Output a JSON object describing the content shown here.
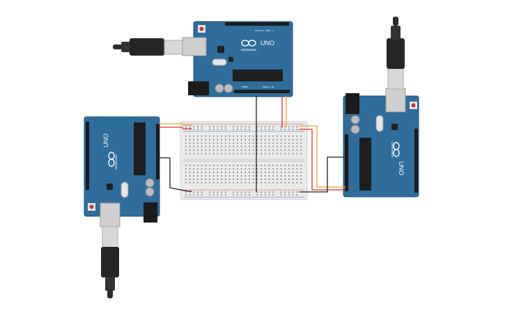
{
  "boards": {
    "top": {
      "model": "UNO",
      "brand": "ARDUINO",
      "header_digital": "DIGITAL (PWM ~)",
      "header_power": "POWER",
      "header_analog": "ANALOG IN"
    },
    "left": {
      "model": "UNO",
      "brand": "ARDUINO"
    },
    "right": {
      "model": "UNO",
      "brand": "ARDUINO"
    }
  },
  "colors": {
    "board": "#2f6d9c",
    "board_edge": "#1d4f78",
    "wire_black": "#1a1a1a",
    "wire_red": "#d6332b",
    "wire_orange": "#e8a235",
    "breadboard": "#e9e9e9",
    "rail_red": "#d44",
    "rail_blue": "#3b6fd0"
  }
}
